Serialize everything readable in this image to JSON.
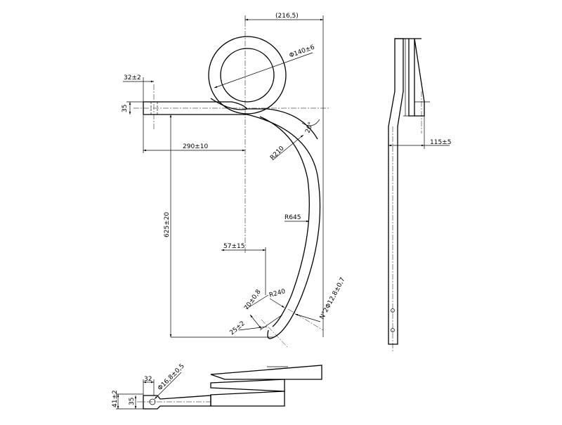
{
  "dimensions": {
    "overall_width": "(216,5)",
    "coil_diameter": "Φ140±6",
    "tab_width": "32±2",
    "bar_thickness": "35",
    "horizontal_offset": "290±10",
    "radius_1": "R210",
    "bend_angle": "20°",
    "radius_2": "R645",
    "height": "625±20",
    "lower_offset": "57±15",
    "tip_width": "70±0,8",
    "radius_3": "R240",
    "holes": "N°2Φ12,8±0,7",
    "tip_length": "25±2",
    "side_width": "115±5",
    "bottom_tab": "32",
    "bottom_hole": "Φ16,8±0,5",
    "bottom_height": "41±2",
    "bottom_thickness": "35"
  }
}
